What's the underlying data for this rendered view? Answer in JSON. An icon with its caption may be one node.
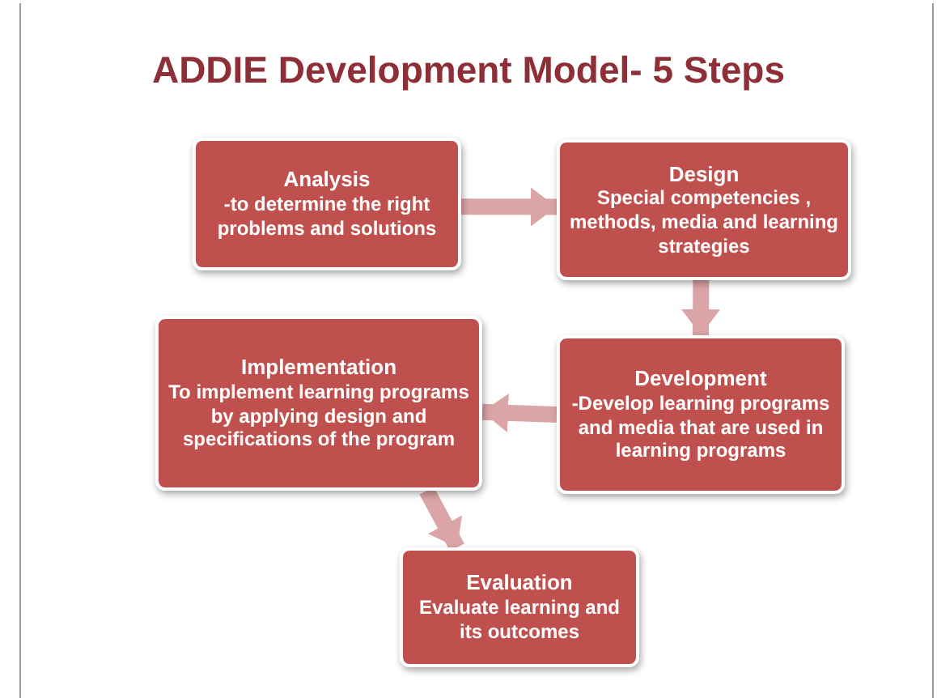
{
  "diagram": {
    "title": "ADDIE Development Model- 5 Steps",
    "nodes": [
      {
        "text": [
          "Analysis",
          "-to determine the right problems and solutions"
        ]
      },
      {
        "text": [
          "Design",
          "Special competencies , methods, media and learning strategies"
        ]
      },
      {
        "text": [
          "Development",
          "-Develop learning programs and media that are used in learning programs"
        ]
      },
      {
        "text": [
          "Implementation",
          "To implement learning programs by applying design and specifications of the program"
        ]
      },
      {
        "text": [
          "Evaluation",
          "Evaluate learning and its outcomes"
        ]
      }
    ],
    "edges": [
      {
        "from": 0,
        "to": 1,
        "arrow": "to"
      },
      {
        "from": 1,
        "to": 2,
        "arrow": "to"
      },
      {
        "from": 2,
        "to": 3,
        "arrow": "to"
      },
      {
        "from": 3,
        "to": 4,
        "arrow": "to"
      }
    ]
  }
}
